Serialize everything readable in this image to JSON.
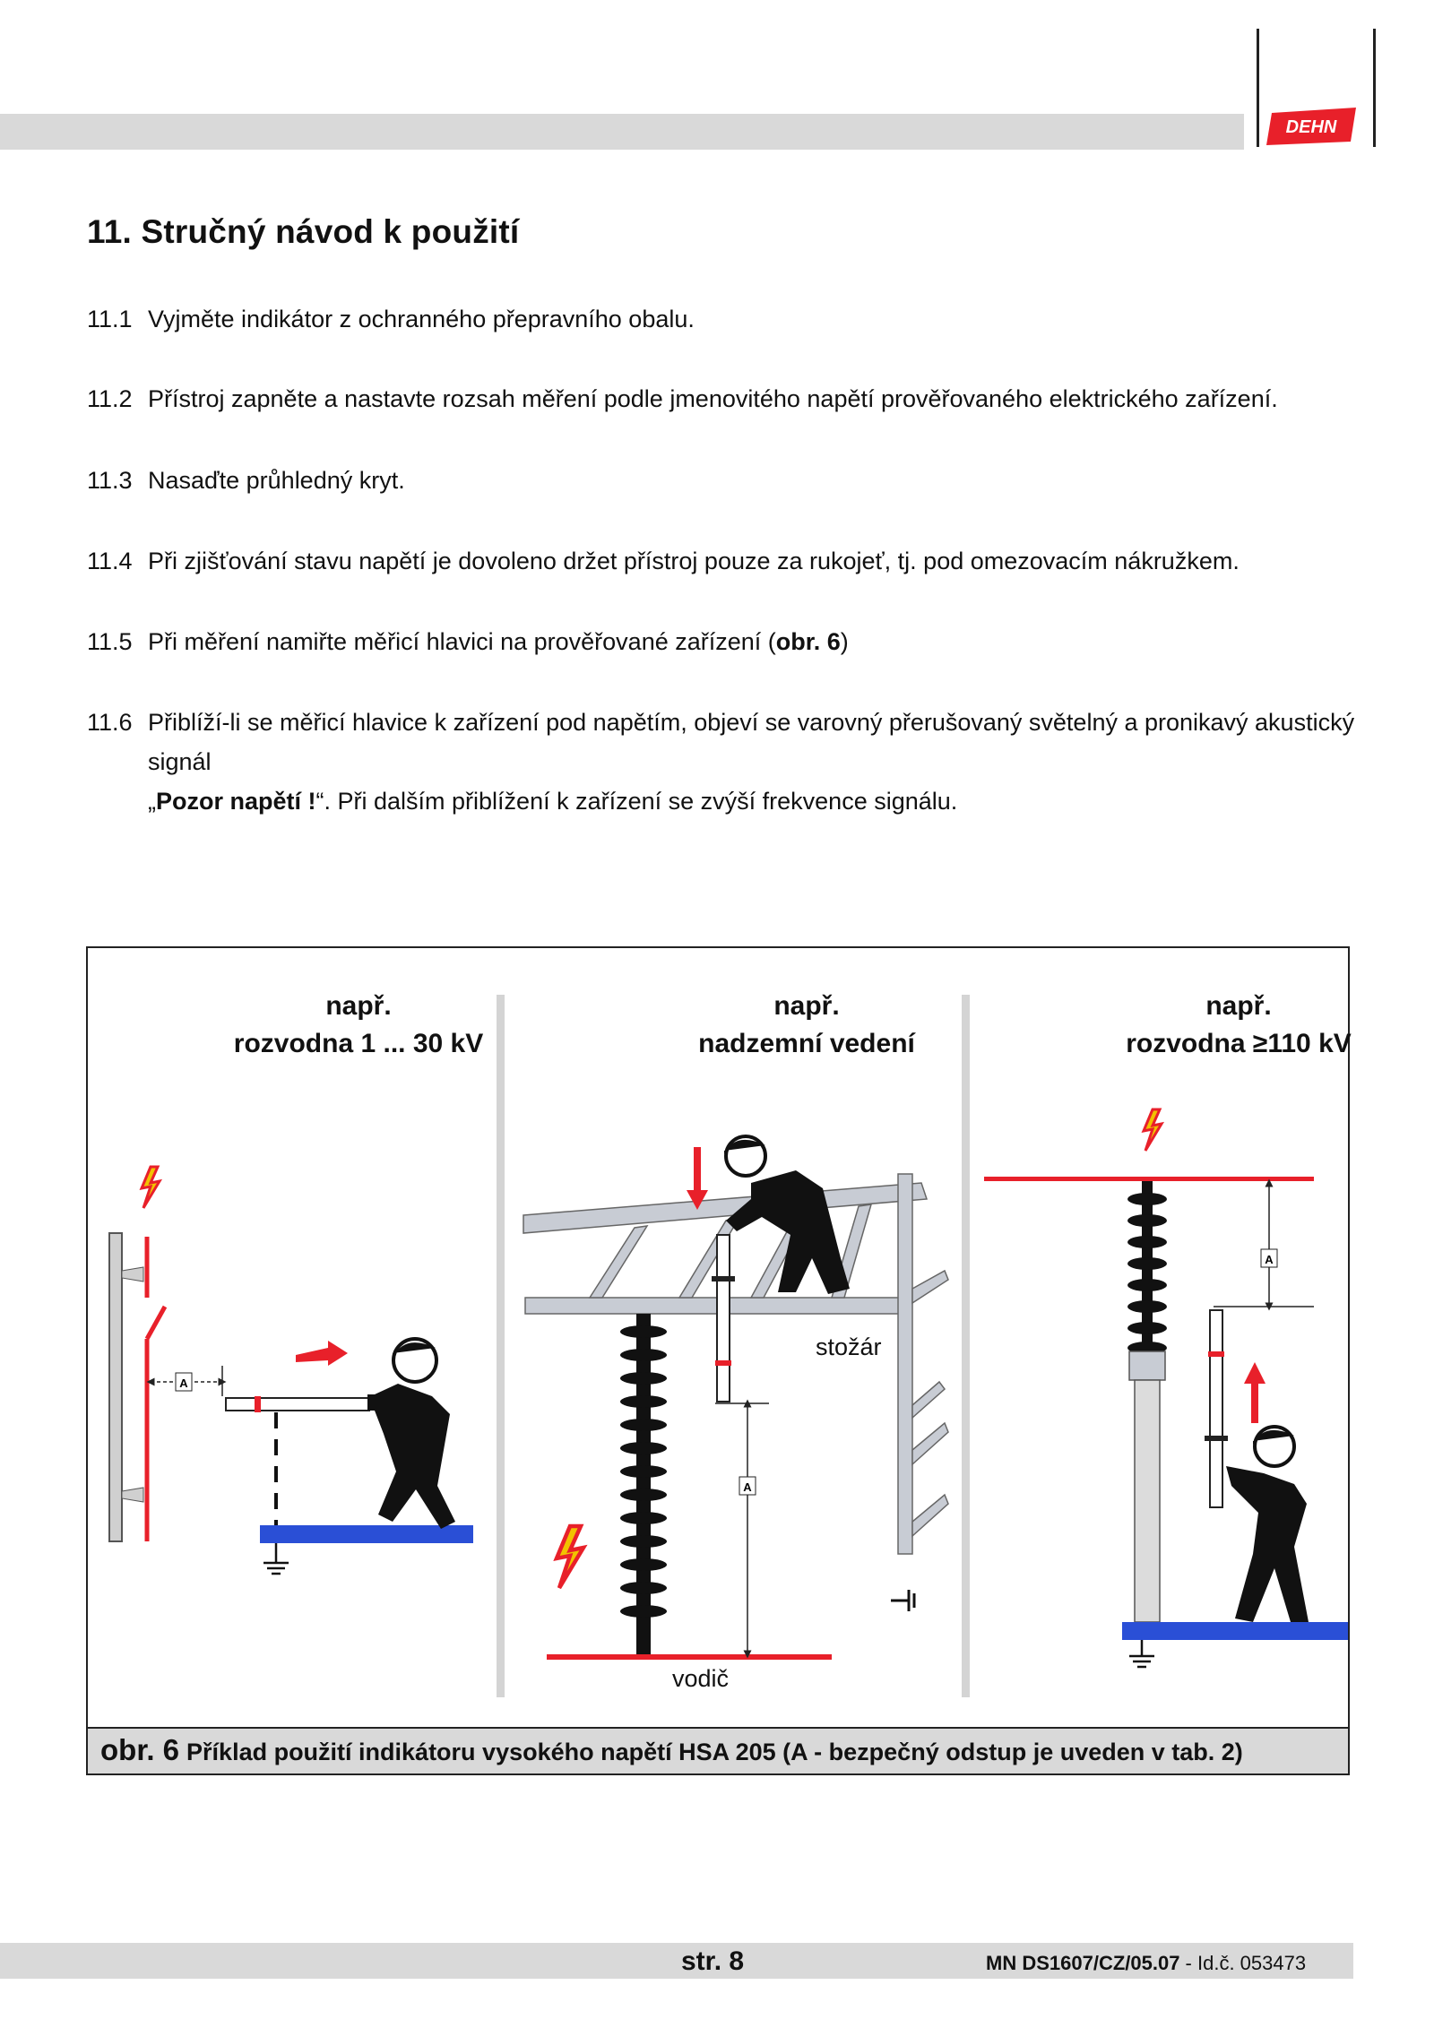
{
  "header": {
    "logo_text": "DEHN"
  },
  "section": {
    "title": "11. Stručný návod k použití"
  },
  "steps": [
    {
      "num": "11.1",
      "text": "Vyjměte indikátor z ochranného přepravního obalu."
    },
    {
      "num": "11.2",
      "text": "Přístroj zapněte a nastavte rozsah měření podle jmenovitého napětí prověřovaného elektrického zařízení."
    },
    {
      "num": "11.3",
      "text": "Nasaďte průhledný kryt."
    },
    {
      "num": "11.4",
      "text": "Při zjišťování stavu napětí je dovoleno držet přístroj pouze za rukojeť, tj. pod omezovacím nákružkem."
    },
    {
      "num": "11.5",
      "text_pre": "Při měření namiřte měřicí hlavici na prověřované zařízení (",
      "text_bold": "obr. 6",
      "text_post": ")"
    },
    {
      "num": "11.6",
      "line1": "Přiblíží-li se měřicí hlavice k zařízení pod napětím, objeví se varovný přerušovaný světelný a pronikavý akustický signál",
      "line2_pre": "„",
      "line2_bold": "Pozor napětí !",
      "line2_post": "“. Při dalším přiblížení k zařízení se zvýší frekvence signálu."
    }
  ],
  "figure": {
    "panels": [
      {
        "title1": "např.",
        "title2": "rozvodna  1 ... 30 kV"
      },
      {
        "title1": "např.",
        "title2": "nadzemní vedení"
      },
      {
        "title1": "např.",
        "title2": "rozvodna ≥110 kV"
      }
    ],
    "distance_marker": "A",
    "labels": {
      "mast": "stožár",
      "conductor": "vodič"
    },
    "caption_label": "obr. 6",
    "caption_text": "Příklad použití indikátoru vysokého napětí HSA 205 (A - bezpečný odstup je uveden v tab. 2)",
    "colors": {
      "live": "#e8202a",
      "ground_plate": "#2a4fd6",
      "structure": "#c8ccd4",
      "insulator": "#1a1a1a",
      "warning": "#f2c200"
    }
  },
  "footer": {
    "page": "str. 8",
    "doc_bold": "MN DS1607/CZ/05.07",
    "doc_rest": " - Id.č. 053473"
  }
}
